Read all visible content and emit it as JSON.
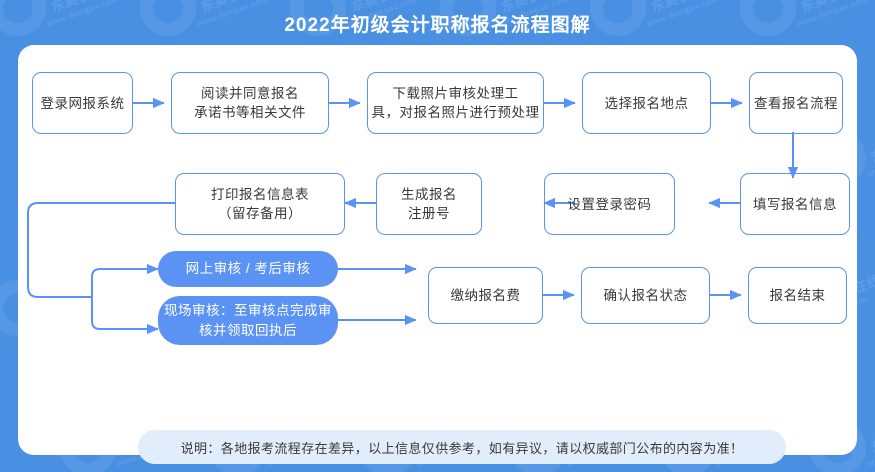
{
  "header": {
    "title": "2022年初级会计职称报名流程图解",
    "bg_color": "#4a90e2"
  },
  "theme": {
    "card_bg": "#ffffff",
    "node_border": "#5b93f2",
    "node_text": "#3a3a3a",
    "pill_bg": "#5b93f5",
    "pill_text": "#ffffff",
    "arrow_color": "#5b93f5",
    "note_bg": "#e2edfb"
  },
  "flow": {
    "row1": [
      {
        "id": "login",
        "label": "登录网报系统"
      },
      {
        "id": "agree",
        "label": "阅读并同意报名\n承诺书等相关文件"
      },
      {
        "id": "photo-tool",
        "label": "下载照片审核处理工\n具，对报名照片进行预处理"
      },
      {
        "id": "choose-place",
        "label": "选择报名地点"
      },
      {
        "id": "view-process",
        "label": "查看报名流程"
      }
    ],
    "row2": [
      {
        "id": "print-form",
        "label": "打印报名信息表\n（留存备用）"
      },
      {
        "id": "reg-number",
        "label": "生成报名\n注册号"
      },
      {
        "id": "set-password",
        "label": "设置登录密码"
      },
      {
        "id": "fill-info",
        "label": "填写报名信息"
      }
    ],
    "branches": [
      {
        "id": "online-review",
        "label": "网上审核 / 考后审核"
      },
      {
        "id": "onsite-review",
        "label": "现场审核：至审核点完成审\n核并领取回执后"
      }
    ],
    "row3": [
      {
        "id": "pay-fee",
        "label": "缴纳报名费"
      },
      {
        "id": "confirm-status",
        "label": "确认报名状态"
      },
      {
        "id": "finish",
        "label": "报名结束"
      }
    ]
  },
  "note": {
    "text": "说明：各地报考流程存在差异，以上信息仅供参考，如有异议，请以权威部门公布的内容为准！"
  },
  "watermark": {
    "brand": "东奥会计在线",
    "url": "www.dongao.com"
  }
}
